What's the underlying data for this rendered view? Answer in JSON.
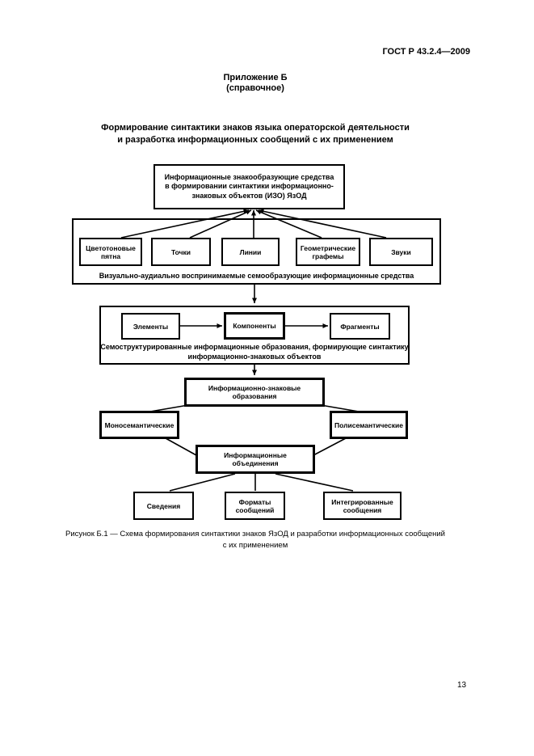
{
  "page": {
    "header": "ГОСТ Р 43.2.4—2009",
    "appendix_heading": "Приложение Б\n(справочное)",
    "section_title": "Формирование синтактики знаков языка операторской деятельности\nи разработка информационных сообщений с их применением",
    "page_number": "13"
  },
  "colors": {
    "ink": "#000000",
    "paper": "#ffffff"
  },
  "diagram": {
    "top_box": "Информационные знакообразующие средства\nв формировании синтактики информационно-\nзнаковых объектов (ИЗО) ЯзОД",
    "means_group": {
      "items": [
        "Цветотоновые\nпятна",
        "Точки",
        "Линии",
        "Геометрические\nграфемы",
        "Звуки"
      ],
      "label": "Визуально-аудиально воспринимаемые семообразующие информационные средства"
    },
    "structures_group": {
      "items": [
        "Элементы",
        "Компоненты",
        "Фрагменты"
      ],
      "label": "Семоструктурированные информационные образования, формирующие синтактику\nинформационно-знаковых объектов"
    },
    "izo_box": "Информационно-знаковые\nобразования",
    "mono_box": "Моносемантические",
    "poly_box": "Полисемантические",
    "union_box": "Информационные\nобъединения",
    "bottom_boxes": [
      "Сведения",
      "Форматы\nсообщений",
      "Интегрированные\nсообщения"
    ]
  },
  "caption": "Рисунок Б.1 — Схема формирования синтактики знаков ЯзОД и разработки информационных сообщений\nс их применением"
}
